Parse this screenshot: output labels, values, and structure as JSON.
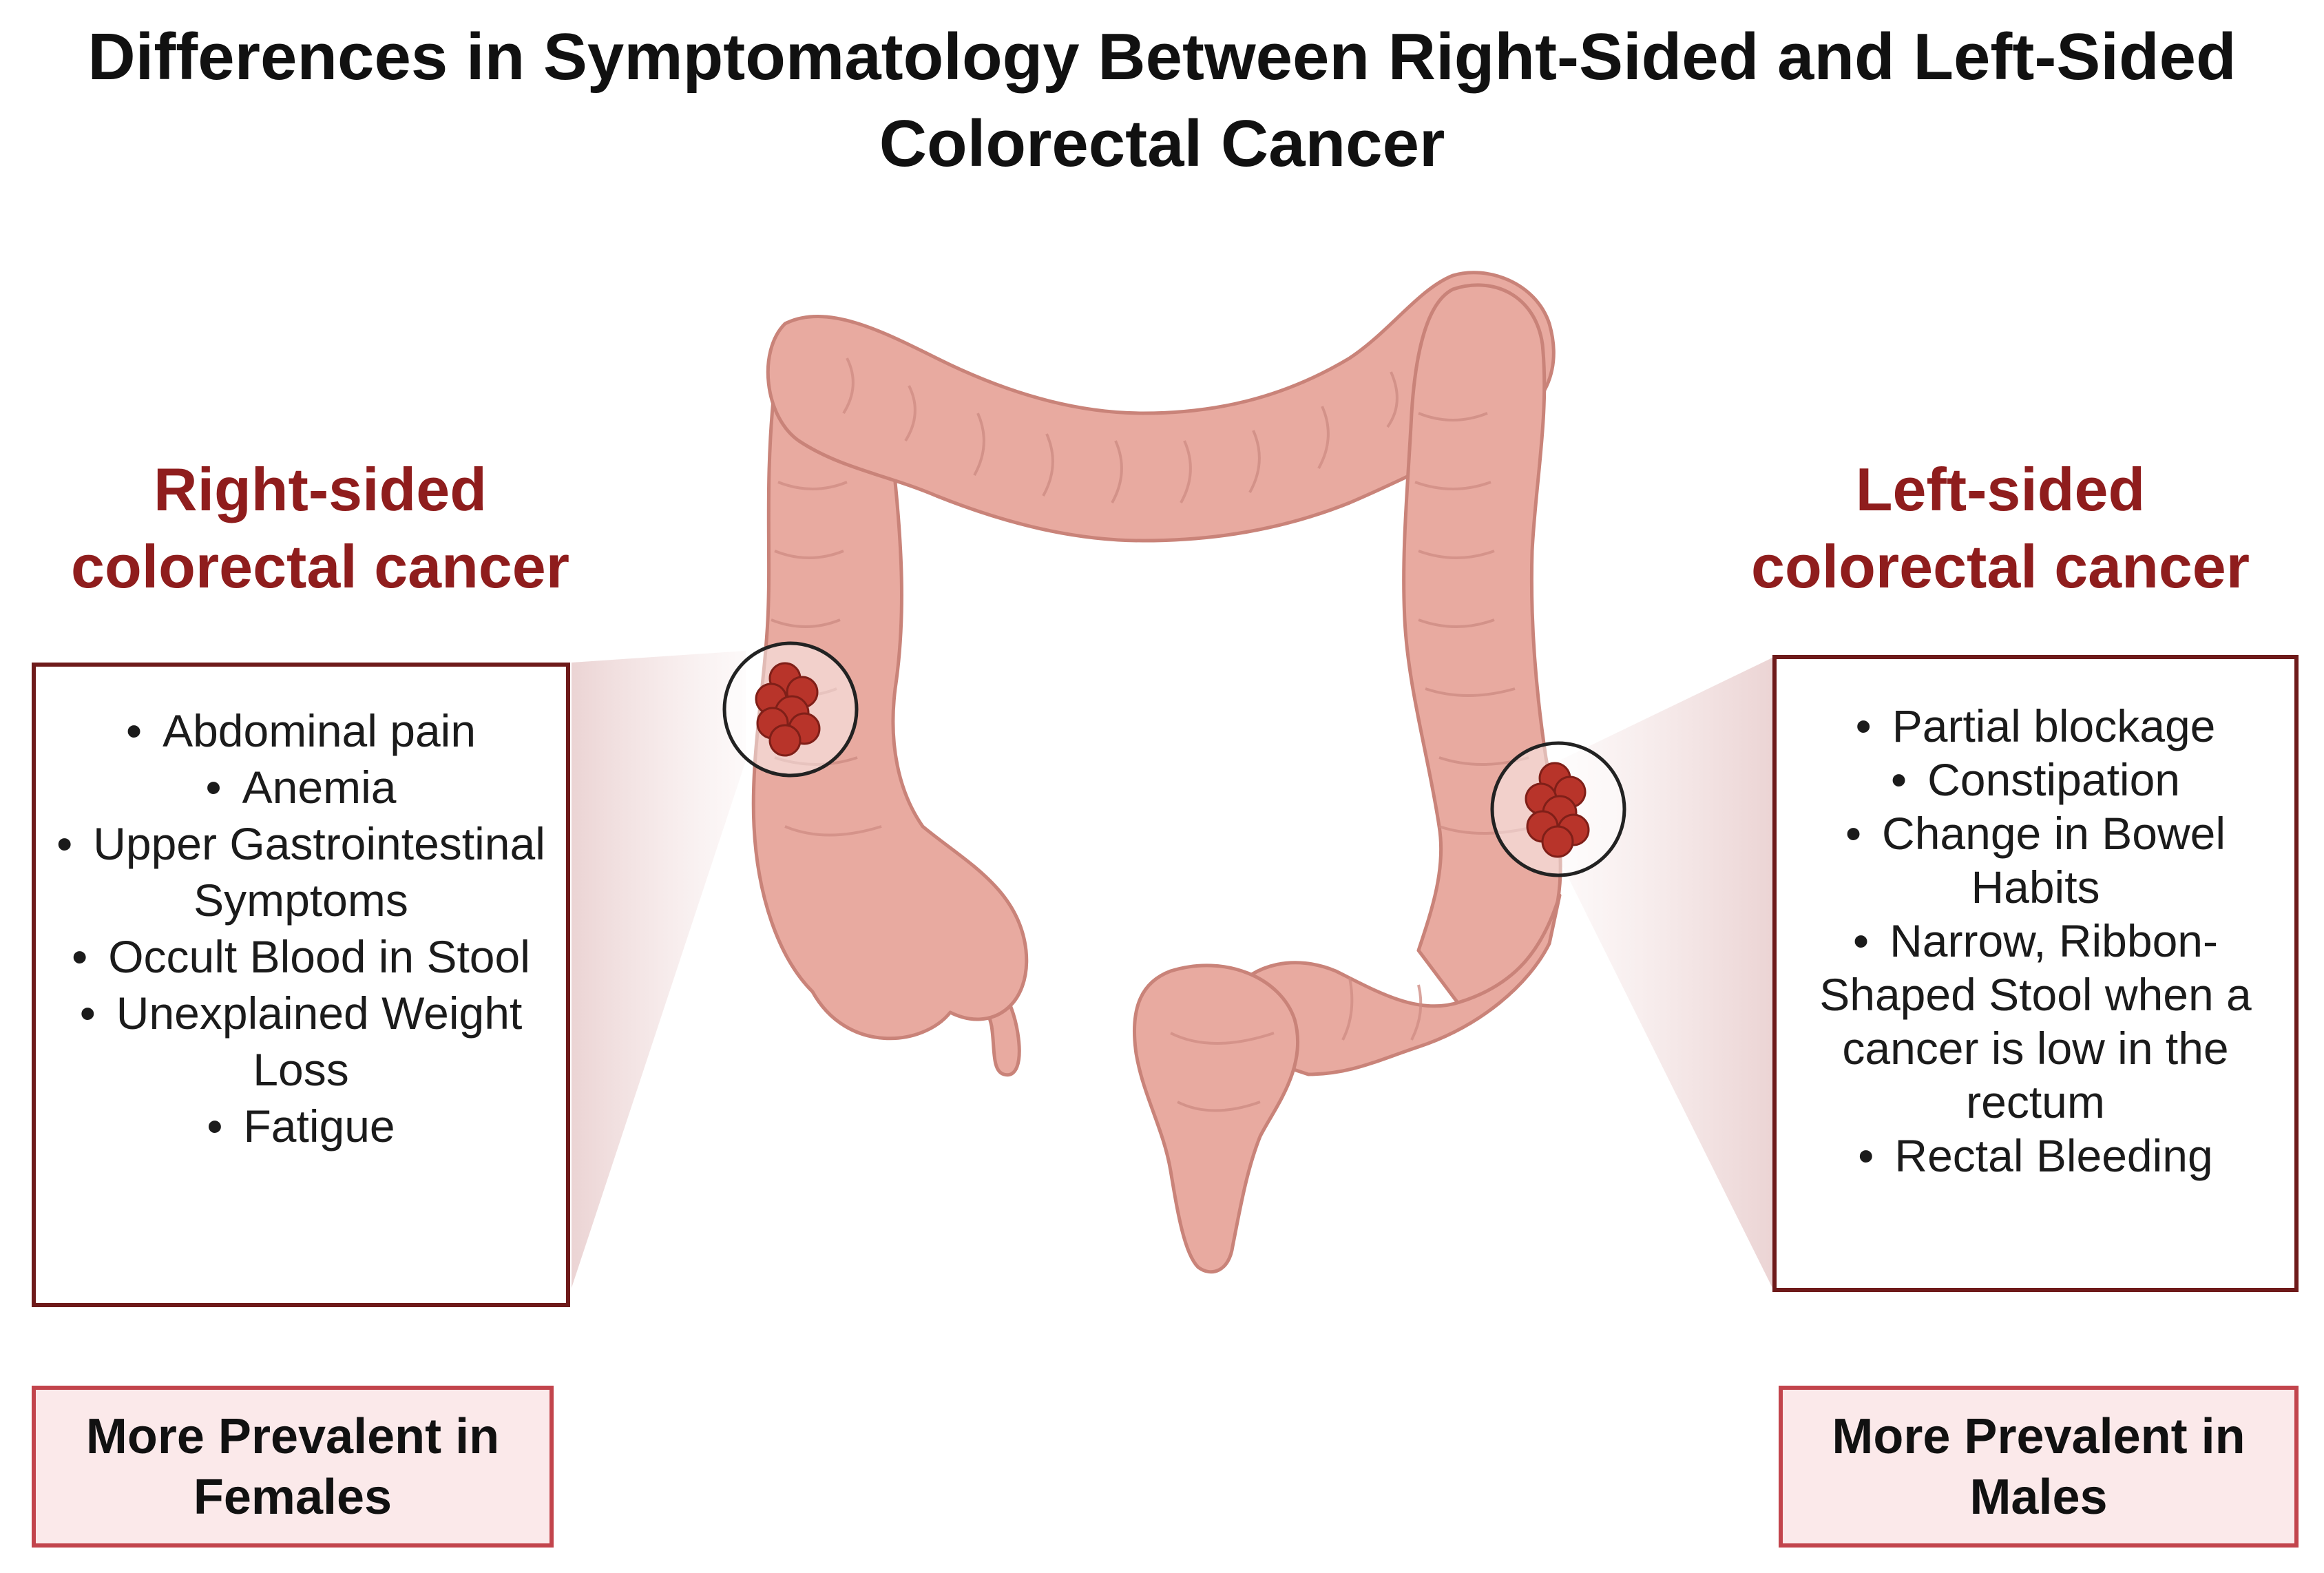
{
  "title": "Differences in Symptomatology Between Right-Sided and Left-Sided Colorectal Cancer",
  "right_sided": {
    "heading": "Right-sided colorectal cancer",
    "symptoms": [
      "Abdominal pain",
      "Anemia",
      "Upper Gastrointestinal Symptoms",
      "Occult Blood in Stool",
      "Unexplained Weight Loss",
      "Fatigue"
    ],
    "prevalence": "More Prevalent in Females"
  },
  "left_sided": {
    "heading": "Left-sided colorectal cancer",
    "symptoms": [
      "Partial blockage",
      "Constipation",
      "Change in Bowel Habits",
      "Narrow, Ribbon-Shaped Stool when a cancer is low in the rectum",
      "Rectal Bleeding"
    ],
    "prevalence": "More Prevalent in Males"
  },
  "colors": {
    "heading": "#8f1d1d",
    "box_border": "#6e1a1a",
    "prevalence_fill": "#fbe9ea",
    "prevalence_border": "#c2444c",
    "colon": "#e8aaa0",
    "colon_outline": "#c98379",
    "tumor": "#b8342a"
  },
  "icons": [
    "colon-illustration",
    "tumor-icon",
    "magnifier-circle"
  ]
}
